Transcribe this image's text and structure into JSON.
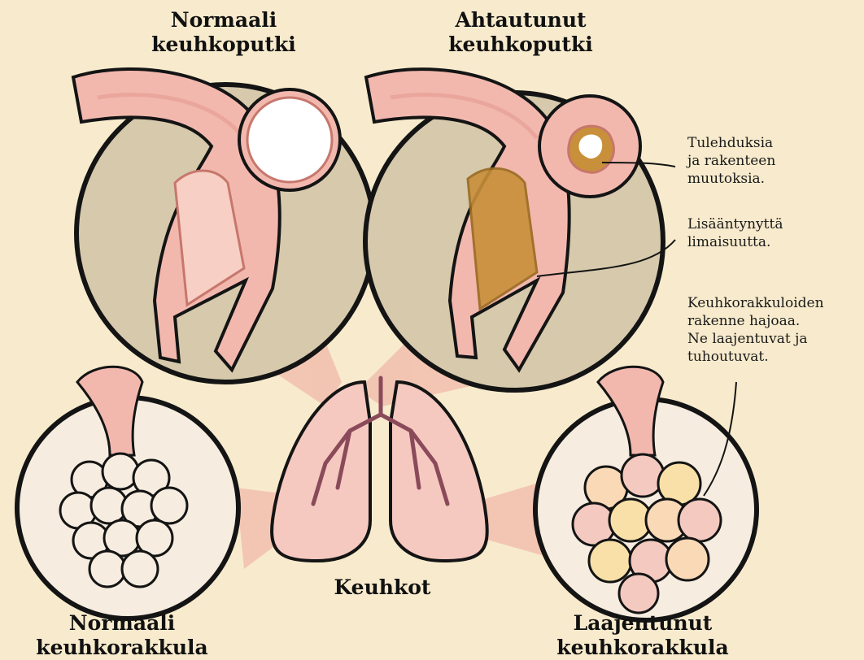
{
  "titles": {
    "normal_bronchus": [
      "Normaali",
      "keuhkoputki"
    ],
    "narrowed_bronchus": [
      "Ahtautunut",
      "keuhkoputki"
    ],
    "lungs": "Keuhkot",
    "normal_alveolus": [
      "Normaali",
      "keuhkorakkula"
    ],
    "enlarged_alveolus": [
      "Laajentunut",
      "keuhkorakkula"
    ]
  },
  "annotations": {
    "inflammation": [
      "Tulehduksia",
      "ja rakenteen",
      "muutoksia."
    ],
    "mucus": [
      "Lisääntynyttä",
      "limaisuutta."
    ],
    "alveoli_breakdown": [
      "Keuhkorakkuloiden",
      "rakenne hajoaa.",
      "Ne laajentuvat ja",
      "tuhoutuvat."
    ]
  },
  "colors": {
    "background": "#f8ebcd",
    "circle_fill": "#d6c9ac",
    "tissue": "#f2b8ae",
    "tissue_dark": "#c7776c",
    "mucus": "#c8903a",
    "lung": "#f5c9c0",
    "airway": "#8a4a5a",
    "beam": "#eea79e"
  }
}
